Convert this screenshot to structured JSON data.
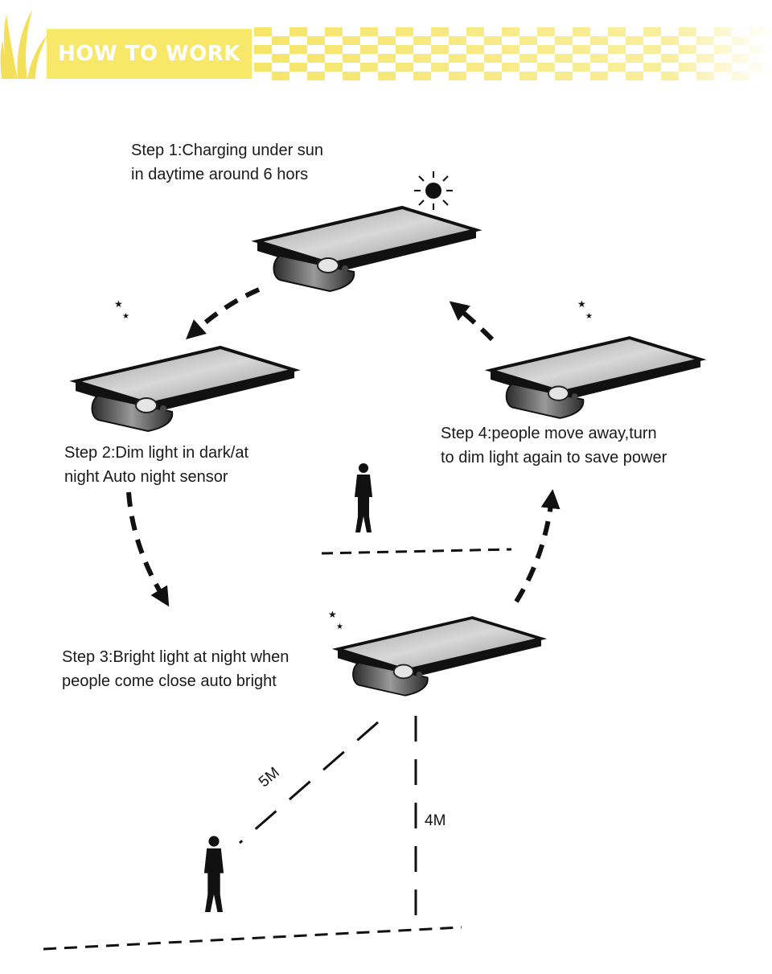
{
  "header": {
    "title": "HOW TO WORK",
    "accent_color": "#f8e86a",
    "pattern_color": "#f6e56a"
  },
  "steps": [
    {
      "text": "Step 1:Charging under sun\nin daytime around 6 hors",
      "icon": "sun-icon"
    },
    {
      "text": "Step 2:Dim light in dark/at\nnight Auto night sensor",
      "icon": "moon-stars-icon"
    },
    {
      "text": "Step 3:Bright light at night when\npeople come close auto bright",
      "icon": "moon-stars-icon"
    },
    {
      "text": "Step 4:people move away,turn\nto dim light again to save power",
      "icon": "moon-stars-icon"
    }
  ],
  "dimensions": {
    "distance_label": "5M",
    "height_label": "4M"
  }
}
